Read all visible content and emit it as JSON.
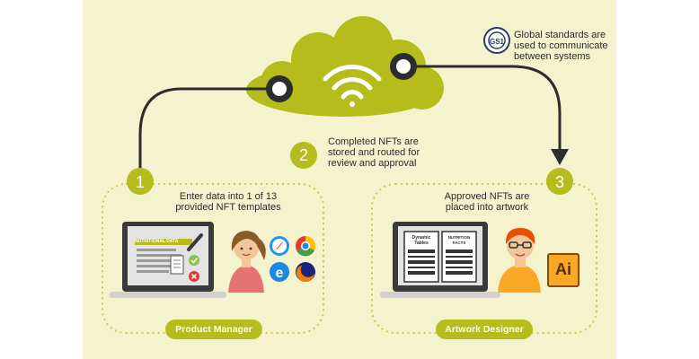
{
  "steps": [
    {
      "number": "1",
      "text": "Enter data into 1 of 13 provided NFT templates"
    },
    {
      "number": "2",
      "text": "Completed NFTs are stored and routed for review and approval"
    },
    {
      "number": "3",
      "text": "Approved NFTs are placed into artwork"
    }
  ],
  "gs1": {
    "logo_text": "GS1",
    "caption": "Global standards are used to communicate between systems"
  },
  "roles": {
    "product_manager": "Product Manager",
    "artwork_designer": "Artwork Designer"
  },
  "screens": {
    "nutritional_data": "NUTRITIONAL DATA",
    "dynamic_tables": "Dynamic Tables",
    "nutrition_facts": "NUTRITION FACTS"
  },
  "apps": {
    "illustrator": "Ai"
  },
  "colors": {
    "background": "#f4f3cd",
    "accent": "#b5bc1b",
    "dark": "#2d2d2d",
    "outline_dash": "#c7cc4a"
  }
}
